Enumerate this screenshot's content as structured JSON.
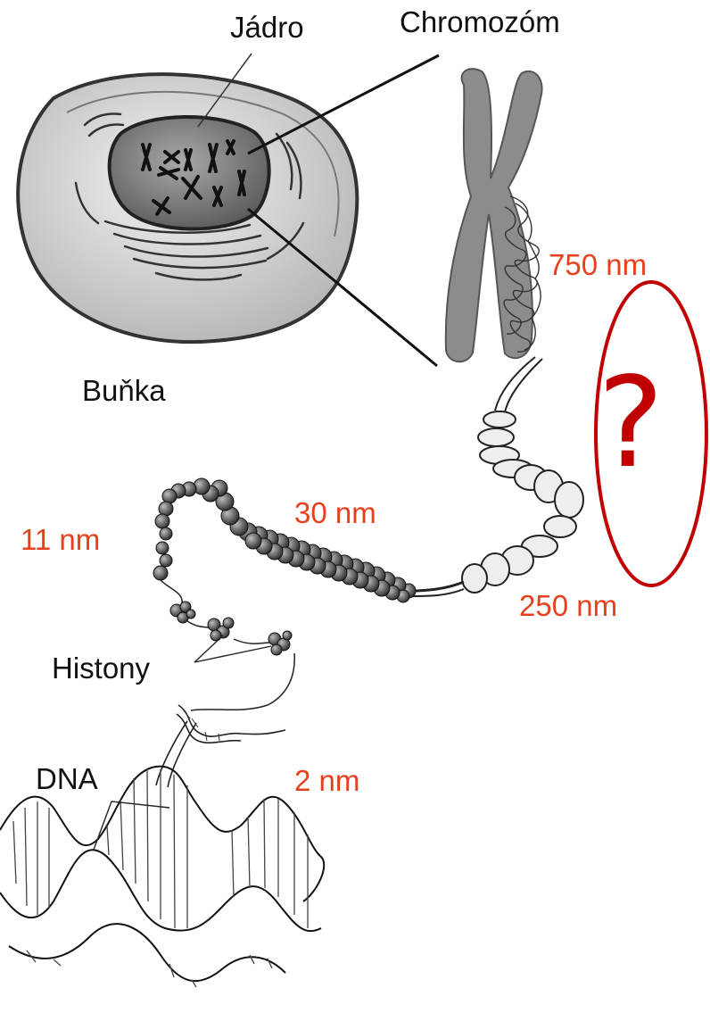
{
  "labels": {
    "nucleus": "Jádro",
    "chromosome": "Chromozóm",
    "cell": "Buňka",
    "histones": "Histony",
    "dna": "DNA"
  },
  "sizes": {
    "chromosome": "750 nm",
    "fiber_30": "30 nm",
    "nucleosome": "11 nm",
    "loop": "250 nm",
    "helix": "2 nm"
  },
  "question_mark": "?",
  "colors": {
    "label_text": "#111111",
    "size_text": "#e8401c",
    "question": "#c00000",
    "cell_fill": "#d9d9d9",
    "nucleus_fill": "#7f7f7f",
    "chromosome_fill": "#8c8c8c"
  }
}
